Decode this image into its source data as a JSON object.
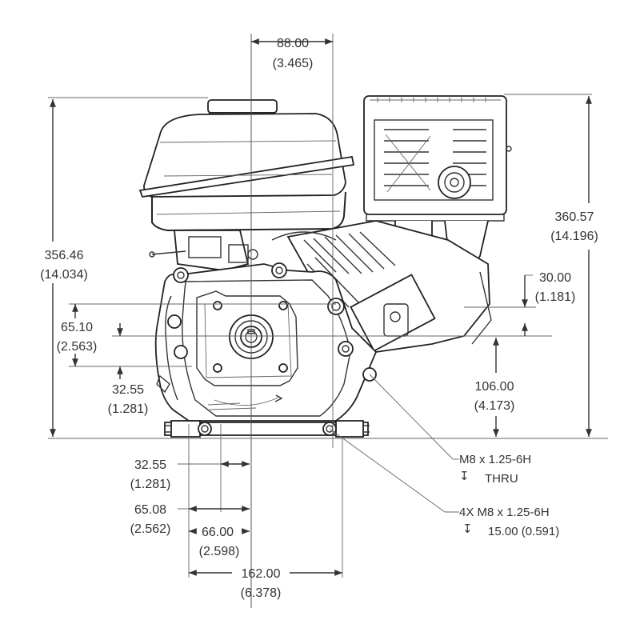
{
  "dimensions": {
    "width_top": {
      "mm": "88.00",
      "in": "(3.465)"
    },
    "height_left": {
      "mm": "356.46",
      "in": "(14.034)"
    },
    "height_right": {
      "mm": "360.57",
      "in": "(14.196)"
    },
    "offset_right_small": {
      "mm": "30.00",
      "in": "(1.181)"
    },
    "crank_height_right": {
      "mm": "106.00",
      "in": "(4.173)"
    },
    "left_vertical_upper": {
      "mm": "65.10",
      "in": "(2.563)"
    },
    "left_vertical_lower": {
      "mm": "32.55",
      "in": "(1.281)"
    },
    "bottom_1": {
      "mm": "32.55",
      "in": "(1.281)"
    },
    "bottom_2": {
      "mm": "65.08",
      "in": "(2.562)"
    },
    "bottom_3": {
      "mm": "66.00",
      "in": "(2.598)"
    },
    "bottom_4": {
      "mm": "162.00",
      "in": "(6.378)"
    }
  },
  "callouts": {
    "thru_hole": {
      "line1": "M8 x 1.25-6H",
      "line2": "THRU"
    },
    "tapped_holes": {
      "line1": "4X M8 x 1.25-6H",
      "line2": "15.00 (0.591)"
    }
  },
  "symbols": {
    "depth": "↧"
  }
}
